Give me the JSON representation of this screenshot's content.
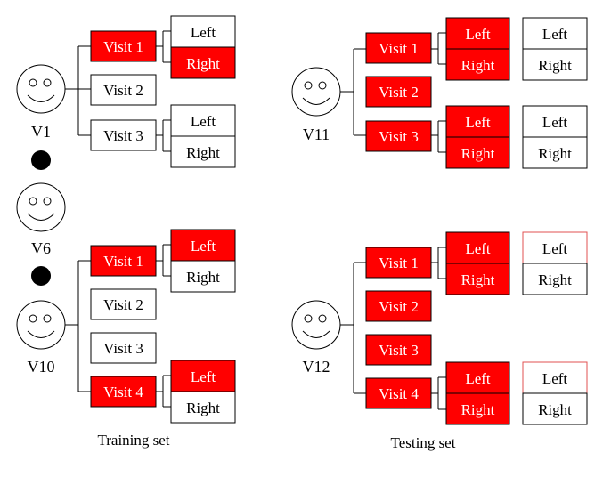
{
  "colors": {
    "highlight": "#ff0000",
    "plain": "#ffffff",
    "ink": "#000000",
    "highlight_outline": "#e05050"
  },
  "captions": {
    "training": "Training set",
    "testing": "Testing set"
  },
  "labels": {
    "left": "Left",
    "right": "Right"
  },
  "training": {
    "v1": {
      "name": "V1",
      "visits": [
        {
          "label": "Visit 1",
          "red": true
        },
        {
          "label": "Visit 2",
          "red": false
        },
        {
          "label": "Visit 3",
          "red": false
        }
      ],
      "eyes": [
        {
          "left_red": false,
          "right_red": true
        },
        null,
        {
          "left_red": false,
          "right_red": false
        }
      ]
    },
    "v6": {
      "name": "V6"
    },
    "v10": {
      "name": "V10",
      "visits": [
        {
          "label": "Visit 1",
          "red": true
        },
        {
          "label": "Visit 2",
          "red": false
        },
        {
          "label": "Visit 3",
          "red": false
        },
        {
          "label": "Visit 4",
          "red": true
        }
      ],
      "eyes": [
        {
          "left_red": true,
          "right_red": false
        },
        null,
        null,
        {
          "left_red": true,
          "right_red": false
        }
      ]
    }
  },
  "testing": {
    "v11": {
      "name": "V11",
      "visits": [
        {
          "label": "Visit 1",
          "red": true
        },
        {
          "label": "Visit 2",
          "red": true
        },
        {
          "label": "Visit 3",
          "red": true
        }
      ],
      "eyes": [
        {
          "left_red": true,
          "right_red": true
        },
        null,
        {
          "left_red": true,
          "right_red": true
        }
      ],
      "targets": [
        {
          "left": "Left",
          "right": "Right"
        },
        null,
        {
          "left": "Left",
          "right": "Right"
        }
      ]
    },
    "v12": {
      "name": "V12",
      "visits": [
        {
          "label": "Visit 1",
          "red": true
        },
        {
          "label": "Visit 2",
          "red": true
        },
        {
          "label": "Visit 3",
          "red": true
        },
        {
          "label": "Visit 4",
          "red": true
        }
      ],
      "eyes": [
        {
          "left_red": true,
          "right_red": true
        },
        null,
        null,
        {
          "left_red": true,
          "right_red": true
        }
      ],
      "targets": [
        {
          "left": "Left",
          "right": "Right"
        },
        null,
        null,
        {
          "left": "Left",
          "right": "Right"
        }
      ]
    }
  }
}
